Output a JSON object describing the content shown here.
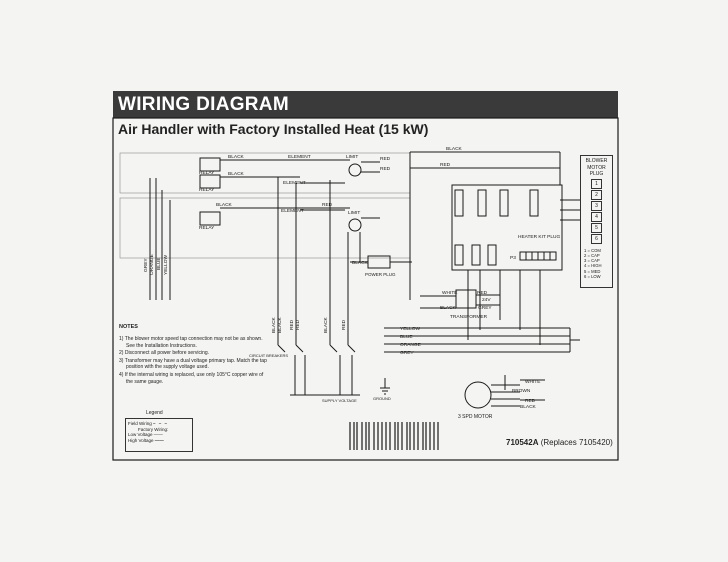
{
  "header": {
    "title": "WIRING DIAGRAM",
    "subtitle": "Air Handler with Factory Installed Heat (15 kW)"
  },
  "wires": {
    "black": "BLACK",
    "red": "RED",
    "element": "ELEMENT",
    "limit": "LIMIT",
    "relay": "RELAY",
    "grey": "GREY",
    "orange": "ORANGE",
    "blue": "BLUE",
    "yellow": "YELLOW",
    "white": "WHITE",
    "brown": "BROWN"
  },
  "labels": {
    "power_plug": "POWER PLUG",
    "transformer": "TRANSFORMER",
    "volts": "24V",
    "heater_kit_plug": "HEATER KIT PLUG",
    "p3": "P3",
    "circuit_breakers": "CIRCUIT BREAKERS",
    "supply_voltage": "SUPPLY VOLTAGE",
    "ground": "GROUND",
    "motor": "3 SPD MOTOR"
  },
  "notes": {
    "heading": "NOTES",
    "items": [
      "1) The blower motor speed tap connection may not be as shown. See the Installation Instructions.",
      "2) Disconnect all power before servicing.",
      "3) Transformer may have a dual voltage primary tap. Match the tap position with the supply voltage used.",
      "4) If the internal wiring is replaced, use only 105°C copper wire of the same gauge."
    ]
  },
  "legend": {
    "title": "Legend",
    "field_wiring": "Field Wiring",
    "factory_wiring": "Factory Wiring:",
    "low_voltage": "Low Voltage",
    "high_voltage": "High Voltage"
  },
  "blower_plug": {
    "title": "BLOWER MOTOR PLUG",
    "pins": [
      "1",
      "2",
      "3",
      "4",
      "5",
      "6"
    ],
    "key": [
      "1 = COM",
      "2 = CAP",
      "3 = CAP",
      "4 = HIGH",
      "5 = MED",
      "6 = LOW"
    ]
  },
  "document": {
    "id": "710542A",
    "replaces": "(Replaces 7105420)"
  },
  "colors": {
    "banner": "#3a3a3a",
    "ink": "#1a1a1a",
    "paper": "#f4f4f2"
  }
}
